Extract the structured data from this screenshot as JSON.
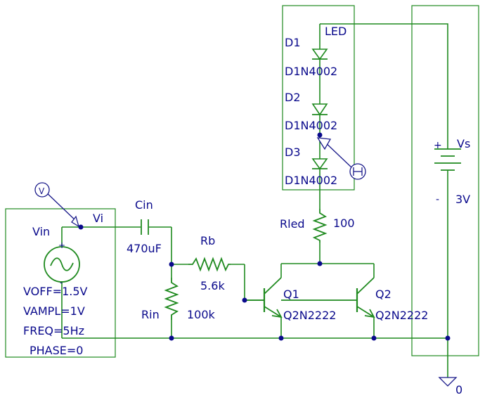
{
  "components": {
    "led_label": "LED",
    "d1_ref": "D1",
    "d1_model": "D1N4002",
    "d2_ref": "D2",
    "d2_model": "D1N4002",
    "d3_ref": "D3",
    "d3_model": "D1N4002",
    "vs_ref": "Vs",
    "vs_plus": "+",
    "vs_minus": "-",
    "vs_value": "3V",
    "cin_ref": "Cin",
    "cin_value": "470uF",
    "rb_ref": "Rb",
    "rb_value": "5.6k",
    "rin_ref": "Rin",
    "rin_value": "100k",
    "rled_ref": "Rled",
    "rled_value": "100",
    "q1_ref": "Q1",
    "q1_model": "Q2N2222",
    "q2_ref": "Q2",
    "q2_model": "Q2N2222",
    "vin_ref": "Vin",
    "vin_plus": "+",
    "vin_minus": "-",
    "vin_voff": "VOFF=1.5V",
    "vin_vampl": "VAMPL=1V",
    "vin_freq": "FREQ=5Hz",
    "vin_phase": "PHASE=0",
    "vi_net": "Vi",
    "gnd_label": "0",
    "voltage_probe_letter": "V"
  },
  "colors": {
    "wire": "#1f8a1f",
    "text": "#0a0a8c",
    "node": "#0a0a8c",
    "probe": "#1a1a8a",
    "background": "#ffffff"
  },
  "icons": {
    "voltage_probe": "voltage-marker-icon",
    "current_probe": "current-marker-icon",
    "ground": "ground-triangle-icon"
  }
}
